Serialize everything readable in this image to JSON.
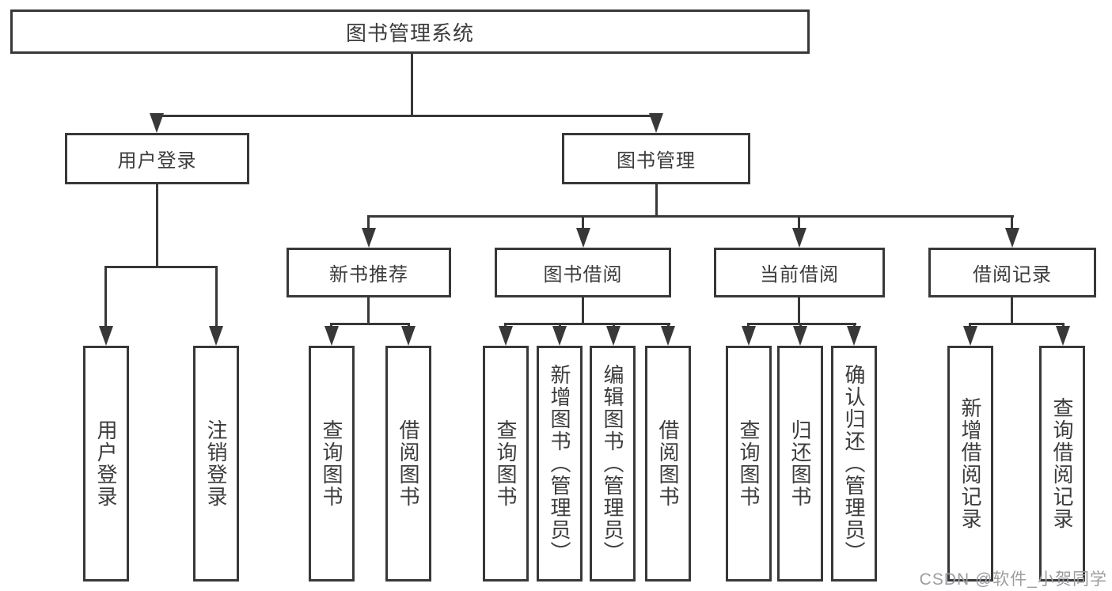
{
  "colors": {
    "line": "#383838",
    "text": "#3c3c3c",
    "watermark": "#9c9ca1"
  },
  "watermark": {
    "text": "CSDN @软件_小贺同学"
  },
  "tree": {
    "label": "图书管理系统",
    "children": [
      {
        "label": "用户登录",
        "children": [
          {
            "label": "用户登录"
          },
          {
            "label": "注销登录"
          }
        ]
      },
      {
        "label": "图书管理",
        "children": [
          {
            "label": "新书推荐",
            "children": [
              {
                "label": "查询图书"
              },
              {
                "label": "借阅图书"
              }
            ]
          },
          {
            "label": "图书借阅",
            "children": [
              {
                "label": "查询图书"
              },
              {
                "label": "新增图书（管理员）"
              },
              {
                "label": "编辑图书（管理员）"
              },
              {
                "label": "借阅图书"
              }
            ]
          },
          {
            "label": "当前借阅",
            "children": [
              {
                "label": "查询图书"
              },
              {
                "label": "归还图书"
              },
              {
                "label": "确认归还（管理员）"
              }
            ]
          },
          {
            "label": "借阅记录",
            "children": [
              {
                "label": "新增借阅记录"
              },
              {
                "label": "查询借阅记录"
              }
            ]
          }
        ]
      }
    ]
  }
}
